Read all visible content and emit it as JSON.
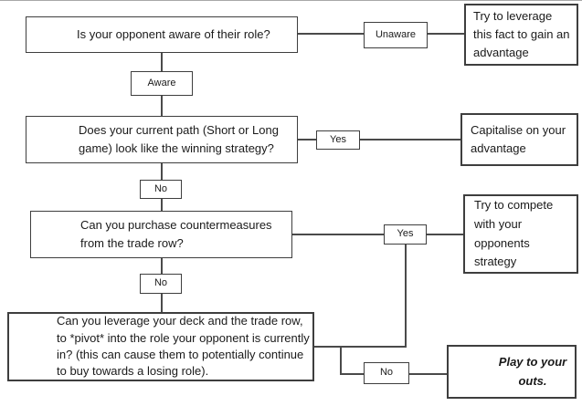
{
  "diagram": {
    "kind": "flowchart",
    "colors": {
      "background": "#ffffff",
      "box_border": "#3e3e3e",
      "connector_line": "#4a4a4a",
      "top_rule": "#a8a8a8",
      "text": "#1a1a1a"
    },
    "nodes": {
      "q1": {
        "text": "Is your opponent aware of their role?"
      },
      "unaware": {
        "text": "Unaware"
      },
      "leverage": {
        "text": "Try to leverage\nthis fact to gain an\nadvantage"
      },
      "aware": {
        "text": "Aware"
      },
      "q2": {
        "text": "Does your current path (Short or Long\ngame) look like the winning strategy?"
      },
      "yes1": {
        "text": "Yes"
      },
      "capitalise": {
        "text": "Capitalise on your\nadvantage"
      },
      "no1": {
        "text": "No"
      },
      "q3": {
        "text": "Can you purchase countermeasures\nfrom the trade row?"
      },
      "yes2": {
        "text": "Yes"
      },
      "compete": {
        "text": "Try to compete\nwith your\nopponents\nstrategy"
      },
      "no2": {
        "text": "No"
      },
      "q4": {
        "text": "Can you leverage your deck and the trade row,\nto *pivot* into the role your opponent is currently\nin? (this can cause them to potentially continue\nto buy towards a losing role)."
      },
      "no3": {
        "text": "No"
      },
      "play": {
        "text": "Play to your\nouts."
      }
    }
  }
}
